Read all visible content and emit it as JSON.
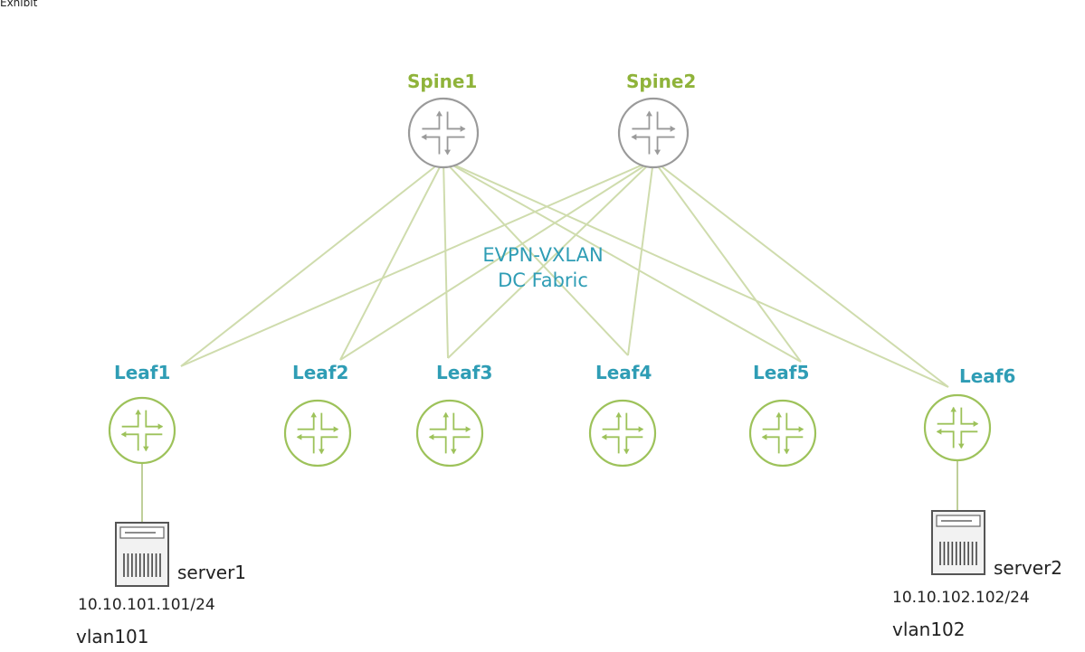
{
  "exhibit_label": "Exhibit",
  "spines": [
    {
      "id": "spine1",
      "label": "Spine1"
    },
    {
      "id": "spine2",
      "label": "Spine2"
    }
  ],
  "fabric": {
    "line1": "EVPN-VXLAN",
    "line2": "DC Fabric"
  },
  "leaves": [
    {
      "id": "leaf1",
      "label": "Leaf1"
    },
    {
      "id": "leaf2",
      "label": "Leaf2"
    },
    {
      "id": "leaf3",
      "label": "Leaf3"
    },
    {
      "id": "leaf4",
      "label": "Leaf4"
    },
    {
      "id": "leaf5",
      "label": "Leaf5"
    },
    {
      "id": "leaf6",
      "label": "Leaf6"
    }
  ],
  "servers": [
    {
      "id": "server1",
      "name": "server1",
      "ip": "10.10.101.101/24",
      "vlan": "vlan101",
      "leaf": "leaf1"
    },
    {
      "id": "server2",
      "name": "server2",
      "ip": "10.10.102.102/24",
      "vlan": "vlan102",
      "leaf": "leaf6"
    }
  ],
  "links": [
    [
      "spine1",
      "leaf1"
    ],
    [
      "spine1",
      "leaf2"
    ],
    [
      "spine1",
      "leaf3"
    ],
    [
      "spine1",
      "leaf4"
    ],
    [
      "spine1",
      "leaf5"
    ],
    [
      "spine1",
      "leaf6"
    ],
    [
      "spine2",
      "leaf1"
    ],
    [
      "spine2",
      "leaf2"
    ],
    [
      "spine2",
      "leaf3"
    ],
    [
      "spine2",
      "leaf4"
    ],
    [
      "spine2",
      "leaf5"
    ],
    [
      "spine2",
      "leaf6"
    ]
  ],
  "colors": {
    "spine": "#9a9a9a",
    "leaf": "#9dc25a",
    "link": "#cfdcad",
    "spine_label": "#8fb33a",
    "leaf_label": "#2f9db5",
    "fabric_label": "#2f9db5"
  },
  "icons": {
    "router": "router-icon",
    "server": "server-icon"
  }
}
